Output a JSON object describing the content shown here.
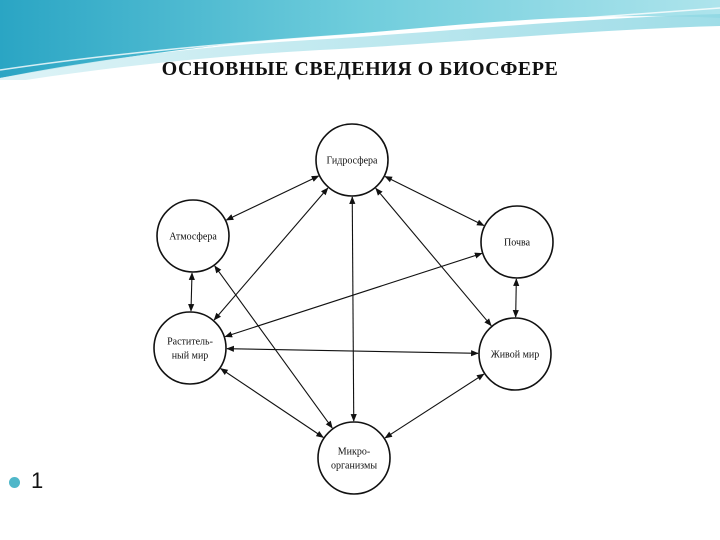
{
  "slide": {
    "title": "ОСНОВНЫЕ СВЕДЕНИЯ О БИОСФЕРЕ",
    "number": "1",
    "colors": {
      "banner": "#5fc3d6",
      "bullet": "#4fb7c9"
    }
  },
  "diagram": {
    "nodes": [
      {
        "id": "hydrosphere",
        "lines": [
          "Гидросфера"
        ]
      },
      {
        "id": "atmosphere",
        "lines": [
          "Атмосфера"
        ]
      },
      {
        "id": "soil",
        "lines": [
          "Почва"
        ]
      },
      {
        "id": "plants",
        "lines": [
          "Раститель-",
          "ный мир"
        ]
      },
      {
        "id": "animals",
        "lines": [
          "Живой мир"
        ]
      },
      {
        "id": "microorganisms",
        "lines": [
          "Микро-",
          "организмы"
        ]
      }
    ],
    "links": [
      [
        "hydrosphere",
        "atmosphere"
      ],
      [
        "hydrosphere",
        "soil"
      ],
      [
        "hydrosphere",
        "plants"
      ],
      [
        "hydrosphere",
        "animals"
      ],
      [
        "hydrosphere",
        "microorganisms"
      ],
      [
        "atmosphere",
        "plants"
      ],
      [
        "atmosphere",
        "microorganisms"
      ],
      [
        "soil",
        "plants"
      ],
      [
        "soil",
        "animals"
      ],
      [
        "plants",
        "animals"
      ],
      [
        "plants",
        "microorganisms"
      ],
      [
        "animals",
        "microorganisms"
      ]
    ]
  }
}
